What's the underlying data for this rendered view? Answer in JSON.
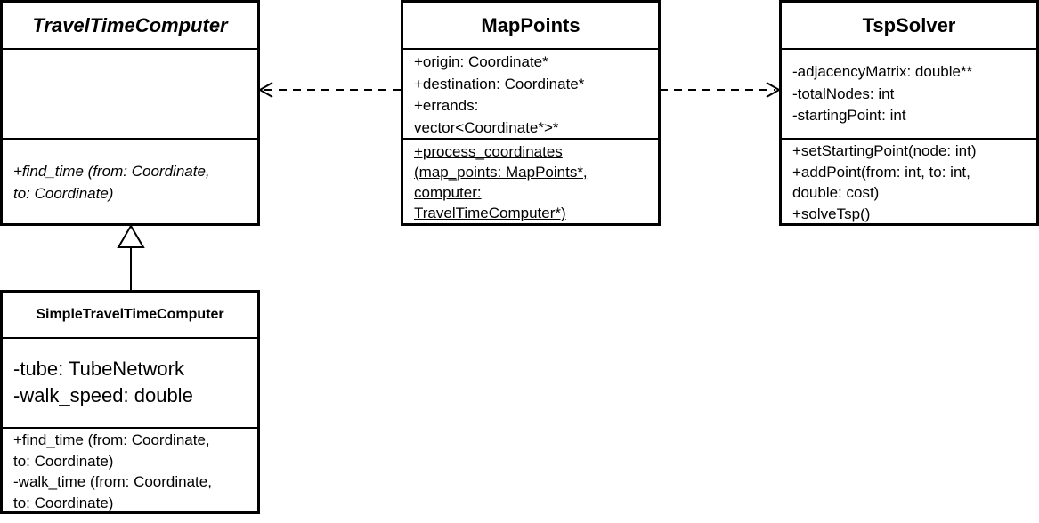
{
  "diagram": {
    "classes": {
      "travel_time_computer": {
        "name": "TravelTimeComputer",
        "attributes": [],
        "operations": [
          "+find_time (from: Coordinate,",
          "to: Coordinate)"
        ]
      },
      "map_points": {
        "name": "MapPoints",
        "attributes": [
          "+origin: Coordinate*",
          "+destination: Coordinate*",
          "+errands:",
          "vector<Coordinate*>*"
        ],
        "operations": [
          "+process_coordinates",
          "(map_points: MapPoints*,",
          "computer:",
          "TravelTimeComputer*)"
        ]
      },
      "tsp_solver": {
        "name": "TspSolver",
        "attributes": [
          "-adjacencyMatrix: double**",
          "-totalNodes: int",
          "-startingPoint: int"
        ],
        "operations": [
          "+setStartingPoint(node: int)",
          "+addPoint(from: int, to: int,",
          "double: cost)",
          "+solveTsp()"
        ]
      },
      "simple_travel_time_computer": {
        "name": "SimpleTravelTimeComputer",
        "attributes": [
          "-tube: TubeNetwork",
          "-walk_speed: double"
        ],
        "operations": [
          "+find_time (from: Coordinate,",
          "to: Coordinate)",
          "-walk_time (from: Coordinate,",
          "to: Coordinate)"
        ]
      }
    }
  }
}
